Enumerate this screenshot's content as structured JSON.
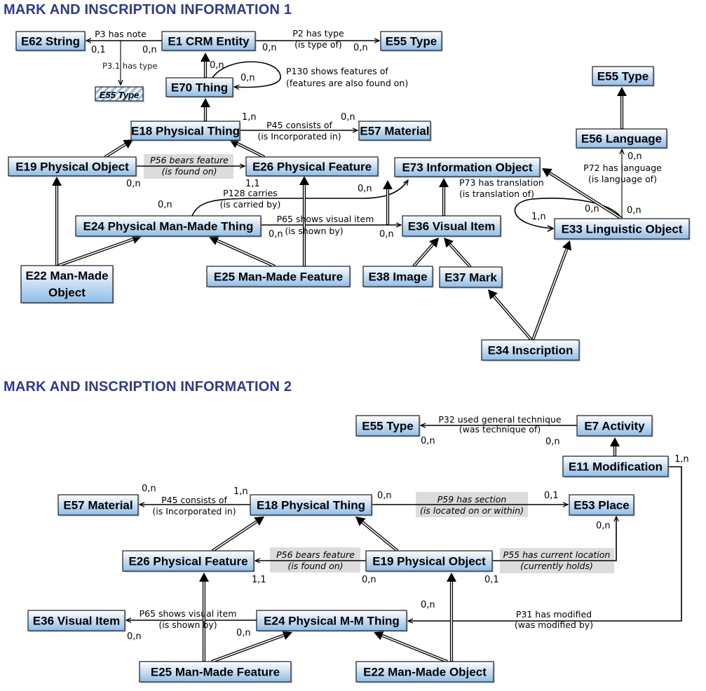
{
  "titles": {
    "section1": "MARK AND INSCRIPTION INFORMATION 1",
    "section2": "MARK AND INSCRIPTION INFORMATION 2"
  },
  "colors": {
    "title": "#2e3a8c",
    "node_top": "#ffffff",
    "node_bottom": "#8fbde8",
    "node_border": "#1a1a1a",
    "highlight": "#dcdcdc",
    "hatch": "#8fbde8"
  },
  "diagram1": {
    "nodes": [
      {
        "id": "e62",
        "label": "E62 String"
      },
      {
        "id": "e1",
        "label": "E1 CRM Entity"
      },
      {
        "id": "e55a",
        "label": "E55 Type"
      },
      {
        "id": "e55h",
        "label": "E55 Type",
        "style": "hatched"
      },
      {
        "id": "e70",
        "label": "E70 Thing"
      },
      {
        "id": "e55b",
        "label": "E55 Type"
      },
      {
        "id": "e18",
        "label": "E18 Physical Thing"
      },
      {
        "id": "e57",
        "label": "E57 Material"
      },
      {
        "id": "e56",
        "label": "E56 Language"
      },
      {
        "id": "e19",
        "label": "E19 Physical Object"
      },
      {
        "id": "e26",
        "label": "E26 Physical Feature"
      },
      {
        "id": "e73",
        "label": "E73 Information Object"
      },
      {
        "id": "e24",
        "label": "E24 Physical Man-Made Thing"
      },
      {
        "id": "e36",
        "label": "E36 Visual Item"
      },
      {
        "id": "e33",
        "label": "E33 Linguistic Object"
      },
      {
        "id": "e22",
        "label": "E22 Man-Made",
        "label2": "Object"
      },
      {
        "id": "e25",
        "label": "E25 Man-Made Feature"
      },
      {
        "id": "e38",
        "label": "E38 Image"
      },
      {
        "id": "e37",
        "label": "E37 Mark"
      },
      {
        "id": "e34",
        "label": "E34 Inscription"
      }
    ],
    "properties": [
      {
        "id": "p3",
        "line1": "P3 has note",
        "from": "E1 CRM Entity",
        "to": "E62 String",
        "card_from": "0,n",
        "card_to": "0,1"
      },
      {
        "id": "p3_1",
        "line1": "P3.1 has type",
        "to": "E55 Type"
      },
      {
        "id": "p2",
        "line1": "P2 has type",
        "line2": "(is type of)",
        "from": "E1 CRM Entity",
        "to": "E55 Type",
        "card_from": "0,n",
        "card_to": "0,n"
      },
      {
        "id": "p130",
        "line1": "P130 shows features of",
        "line2": "(features are also found on)",
        "from": "E70 Thing",
        "to": "E70 Thing",
        "card_from": "0,n",
        "card_to": "0,n"
      },
      {
        "id": "p45",
        "line1": "P45 consists of",
        "line2": "(is Incorporated in)",
        "from": "E18 Physical Thing",
        "to": "E57 Material",
        "card_from": "1,n",
        "card_to": "0,n"
      },
      {
        "id": "p56",
        "line1": "P56 bears feature",
        "line2": "(is found on)",
        "from": "E19 Physical Object",
        "to": "E26 Physical Feature",
        "card_from": "0,n",
        "card_to": "1,1",
        "highlight": true
      },
      {
        "id": "p128",
        "line1": "P128 carries",
        "line2": "(is carried by)",
        "from": "E24 Physical Man-Made Thing",
        "to": "E73 Information Object",
        "card_from": "0,n",
        "card_to": "0,n"
      },
      {
        "id": "p65",
        "line1": "P65 shows visual item",
        "line2": "(is shown by)",
        "from": "E24 Physical Man-Made Thing",
        "to": "E36 Visual Item",
        "card_from": "0,n",
        "card_to": "0,n"
      },
      {
        "id": "p73",
        "line1": "P73 has translation",
        "line2": "(is translation of)",
        "from": "E33 Linguistic Object",
        "to": "E33 Linguistic Object",
        "card_from": "0,n",
        "card_to": "1,n"
      },
      {
        "id": "p72",
        "line1": "P72 has language",
        "line2": "(is language of)",
        "from": "E33 Linguistic Object",
        "to": "E56 Language",
        "card_from": "0,n",
        "card_to": "0,n"
      }
    ],
    "isa": [
      [
        "E70 Thing",
        "E1 CRM Entity"
      ],
      [
        "E18 Physical Thing",
        "E70 Thing"
      ],
      [
        "E19 Physical Object",
        "E18 Physical Thing"
      ],
      [
        "E26 Physical Feature",
        "E18 Physical Thing"
      ],
      [
        "E22 Man-Made Object",
        "E19 Physical Object"
      ],
      [
        "E22 Man-Made Object",
        "E24 Physical Man-Made Thing"
      ],
      [
        "E25 Man-Made Feature",
        "E24 Physical Man-Made Thing"
      ],
      [
        "E25 Man-Made Feature",
        "E26 Physical Feature"
      ],
      [
        "E36 Visual Item",
        "E73 Information Object"
      ],
      [
        "E38 Image",
        "E36 Visual Item"
      ],
      [
        "E37 Mark",
        "E36 Visual Item"
      ],
      [
        "E34 Inscription",
        "E37 Mark"
      ],
      [
        "E34 Inscription",
        "E33 Linguistic Object"
      ],
      [
        "E33 Linguistic Object",
        "E73 Information Object"
      ],
      [
        "E56 Language",
        "E55 Type"
      ]
    ]
  },
  "diagram2": {
    "nodes": [
      {
        "id": "f55",
        "label": "E55 Type"
      },
      {
        "id": "f7",
        "label": "E7 Activity"
      },
      {
        "id": "f11",
        "label": "E11 Modification"
      },
      {
        "id": "f57",
        "label": "E57 Material"
      },
      {
        "id": "f18",
        "label": "E18 Physical Thing"
      },
      {
        "id": "f53",
        "label": "E53 Place"
      },
      {
        "id": "f26",
        "label": "E26 Physical Feature"
      },
      {
        "id": "f19",
        "label": "E19 Physical Object"
      },
      {
        "id": "f36",
        "label": "E36 Visual Item"
      },
      {
        "id": "f24",
        "label": "E24 Physical M-M Thing"
      },
      {
        "id": "f25",
        "label": "E25 Man-Made Feature"
      },
      {
        "id": "f22",
        "label": "E22 Man-Made Object"
      }
    ],
    "properties": [
      {
        "id": "p32",
        "line1": "P32 used general technique",
        "line2": "(was technique of)",
        "from": "E7 Activity",
        "to": "E55 Type",
        "card_from": "0,n",
        "card_to": "0,n"
      },
      {
        "id": "p45",
        "line1": "P45 consists of",
        "line2": "(is Incorporated in)",
        "from": "E18 Physical Thing",
        "to": "E57 Material",
        "card_from": "1,n",
        "card_to": "0,n"
      },
      {
        "id": "p59",
        "line1": "P59 has section",
        "line2": "(is located on or within)",
        "from": "E18 Physical Thing",
        "to": "E53 Place",
        "card_from": "0,n",
        "card_to": "0,1",
        "highlight": true
      },
      {
        "id": "p56",
        "line1": "P56 bears feature",
        "line2": "(is found on)",
        "from": "E19 Physical Object",
        "to": "E26 Physical Feature",
        "card_from": "0,n",
        "card_to": "1,1",
        "highlight": true
      },
      {
        "id": "p55",
        "line1": "P55 has current location",
        "line2": "(currently holds)",
        "from": "E19 Physical Object",
        "to": "E53 Place",
        "card_from": "0,1",
        "card_to": "0,n",
        "highlight": true
      },
      {
        "id": "p65",
        "line1": "P65 shows  visual item",
        "line2": "(is  shown  by)",
        "from": "E24 Physical M-M Thing",
        "to": "E36 Visual Item",
        "card_from": "0,n",
        "card_to": "0,n"
      },
      {
        "id": "p31",
        "line1": "P31 has modified",
        "line2": "(was modified by)",
        "from": "E11 Modification",
        "to": "E24 Physical M-M Thing",
        "card_from": "1,n",
        "card_to": "0,n"
      }
    ],
    "isa": [
      [
        "E11 Modification",
        "E7 Activity"
      ],
      [
        "E26 Physical Feature",
        "E18 Physical Thing"
      ],
      [
        "E19 Physical Object",
        "E18 Physical Thing"
      ],
      [
        "E25 Man-Made Feature",
        "E26 Physical Feature"
      ],
      [
        "E25 Man-Made Feature",
        "E24 Physical M-M Thing"
      ],
      [
        "E22 Man-Made Object",
        "E24 Physical M-M Thing"
      ],
      [
        "E22 Man-Made Object",
        "E19 Physical Object"
      ]
    ]
  }
}
